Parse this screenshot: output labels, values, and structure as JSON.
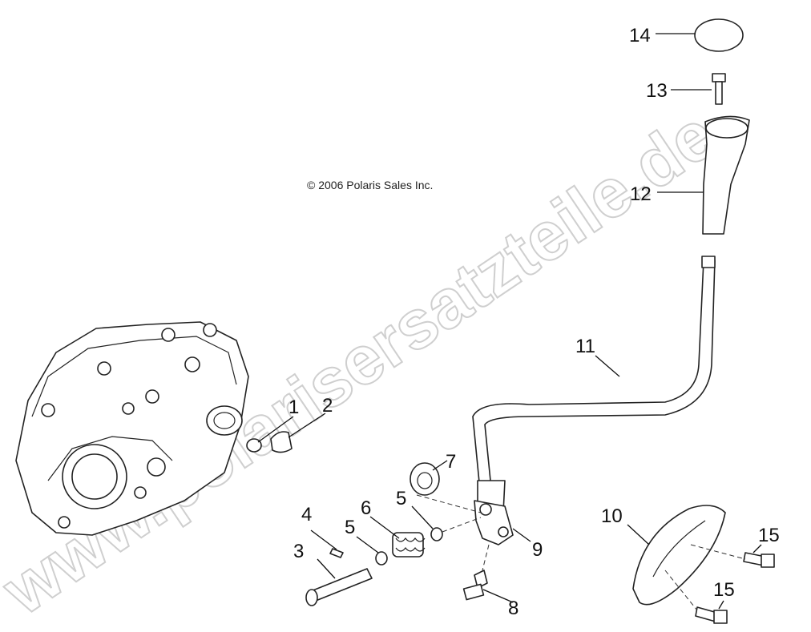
{
  "copyright": "© 2006 Polaris Sales Inc.",
  "watermark": "www.polarisersatzteile.de",
  "callouts": [
    {
      "id": "14",
      "label": "14"
    },
    {
      "id": "13",
      "label": "13"
    },
    {
      "id": "12",
      "label": "12"
    },
    {
      "id": "11",
      "label": "11"
    },
    {
      "id": "1",
      "label": "1"
    },
    {
      "id": "2",
      "label": "2"
    },
    {
      "id": "7",
      "label": "7"
    },
    {
      "id": "4",
      "label": "4"
    },
    {
      "id": "6",
      "label": "6"
    },
    {
      "id": "5a",
      "label": "5"
    },
    {
      "id": "5b",
      "label": "5"
    },
    {
      "id": "5c",
      "label": "5"
    },
    {
      "id": "10",
      "label": "10"
    },
    {
      "id": "15a",
      "label": "15"
    },
    {
      "id": "15b",
      "label": "15"
    },
    {
      "id": "3",
      "label": "3"
    },
    {
      "id": "9",
      "label": "9"
    },
    {
      "id": "8",
      "label": "8"
    }
  ]
}
